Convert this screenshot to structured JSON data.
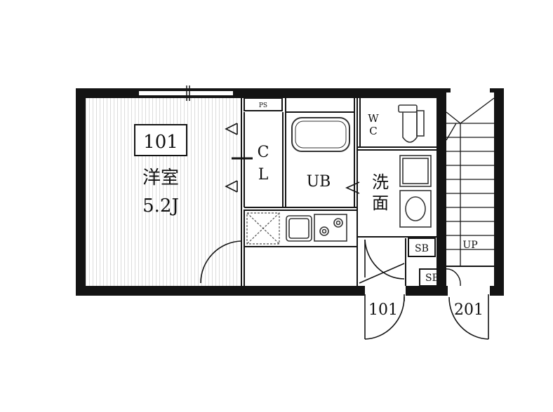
{
  "plan": {
    "room_number": "101",
    "room_name": "洋室",
    "room_size": "5.2J",
    "closet": {
      "c": "C",
      "l": "L"
    },
    "bath": "UB",
    "washroom": {
      "line1": "洗",
      "line2": "面"
    },
    "toilet": {
      "w": "W",
      "c": "C"
    },
    "pipe_space": "PS",
    "shoe_box_1": "SB",
    "shoe_box_2": "SB",
    "stairs_up": "UP",
    "door_101": "101",
    "door_201": "201"
  },
  "colors": {
    "wall": "#141414",
    "floor_lines": "#d9d9d9",
    "fixture": "#333333"
  }
}
